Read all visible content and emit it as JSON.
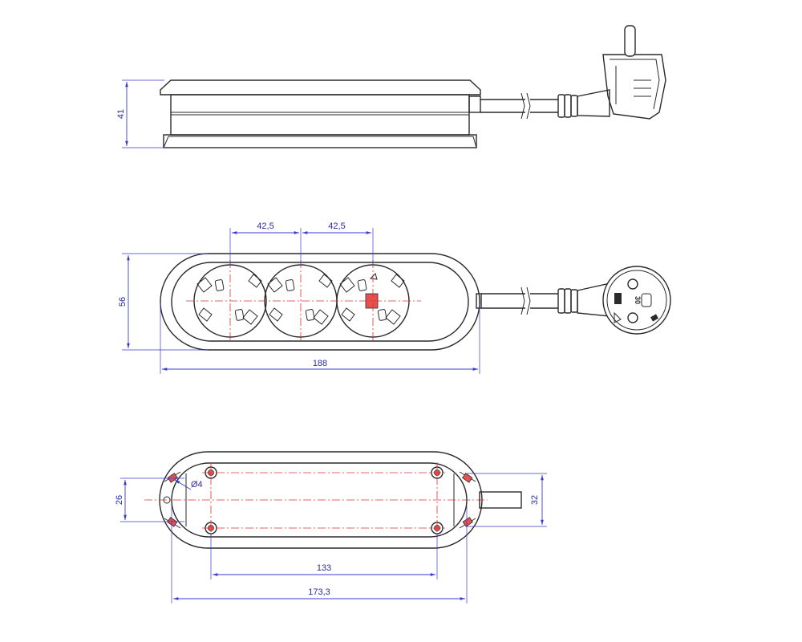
{
  "dimensions": {
    "side_height": "41",
    "front_height": "56",
    "socket_pitch_1": "42,5",
    "socket_pitch_2": "42,5",
    "front_length": "188",
    "bottom_width": "26",
    "cable_width": "32",
    "hole_diameter": "Ø4",
    "hole_spacing": "133",
    "bottom_length": "173,3"
  },
  "plug_marking": "30"
}
